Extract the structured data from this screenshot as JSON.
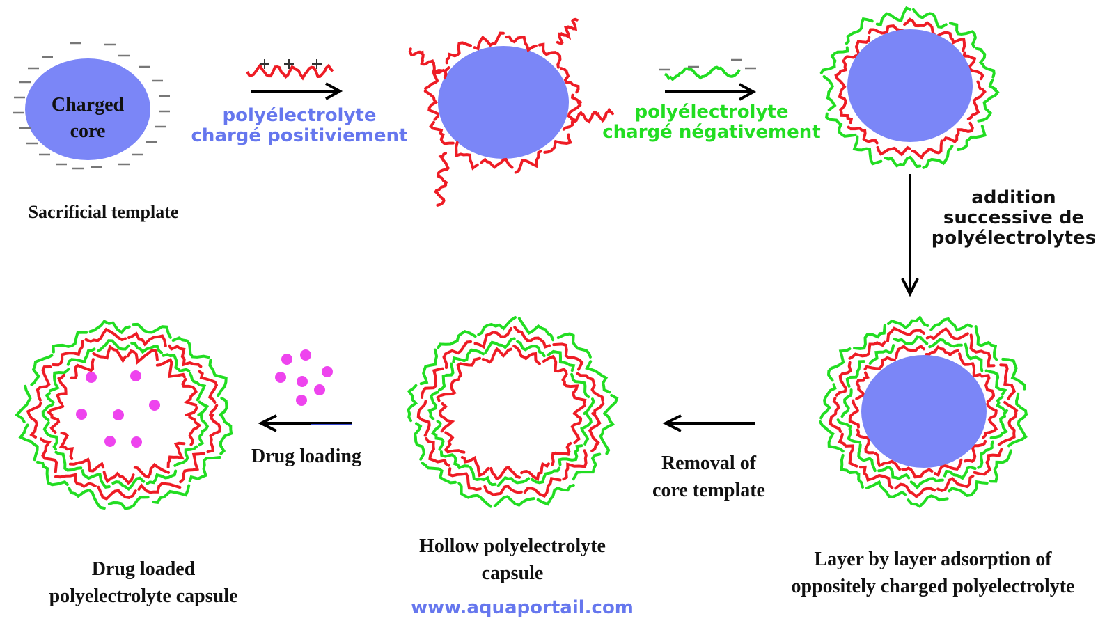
{
  "colors": {
    "core": "#7b86f7",
    "positive_polyelectrolyte": "#ee1c25",
    "negative_polyelectrolyte": "#22dd22",
    "drug": "#ee44ee",
    "arrow": "#000000",
    "text": "#111111",
    "blue_text": "#6677ee",
    "green_text": "#22dd22"
  },
  "labels": {
    "charged_core": [
      "Charged",
      "core"
    ],
    "sacrificial_template": "Sacrificial template",
    "positive_step": [
      "polyélectrolyte",
      "chargé positiviement"
    ],
    "negative_step": [
      "polyélectrolyte",
      "chargé négativement"
    ],
    "successive_addition": [
      "addition",
      "successive de",
      "polyélectrolytes"
    ],
    "lbl_adsorption": [
      "Layer by layer adsorption of",
      "oppositely charged polyelectrolyte"
    ],
    "removal": [
      "Removal of",
      "core template"
    ],
    "hollow": [
      "Hollow polyelectrolyte",
      "capsule"
    ],
    "drug_loading": "Drug loading",
    "drug_loaded": [
      "Drug loaded",
      "polyelectrolyte capsule"
    ],
    "watermark": "www.aquaportail.com"
  },
  "charge_signs": {
    "positive": "+",
    "negative": "−"
  },
  "icons": [
    "charged-core-icon",
    "polyelectrolyte-chain-icon",
    "capsule-icon",
    "drug-molecule-icon",
    "arrow-icon"
  ]
}
